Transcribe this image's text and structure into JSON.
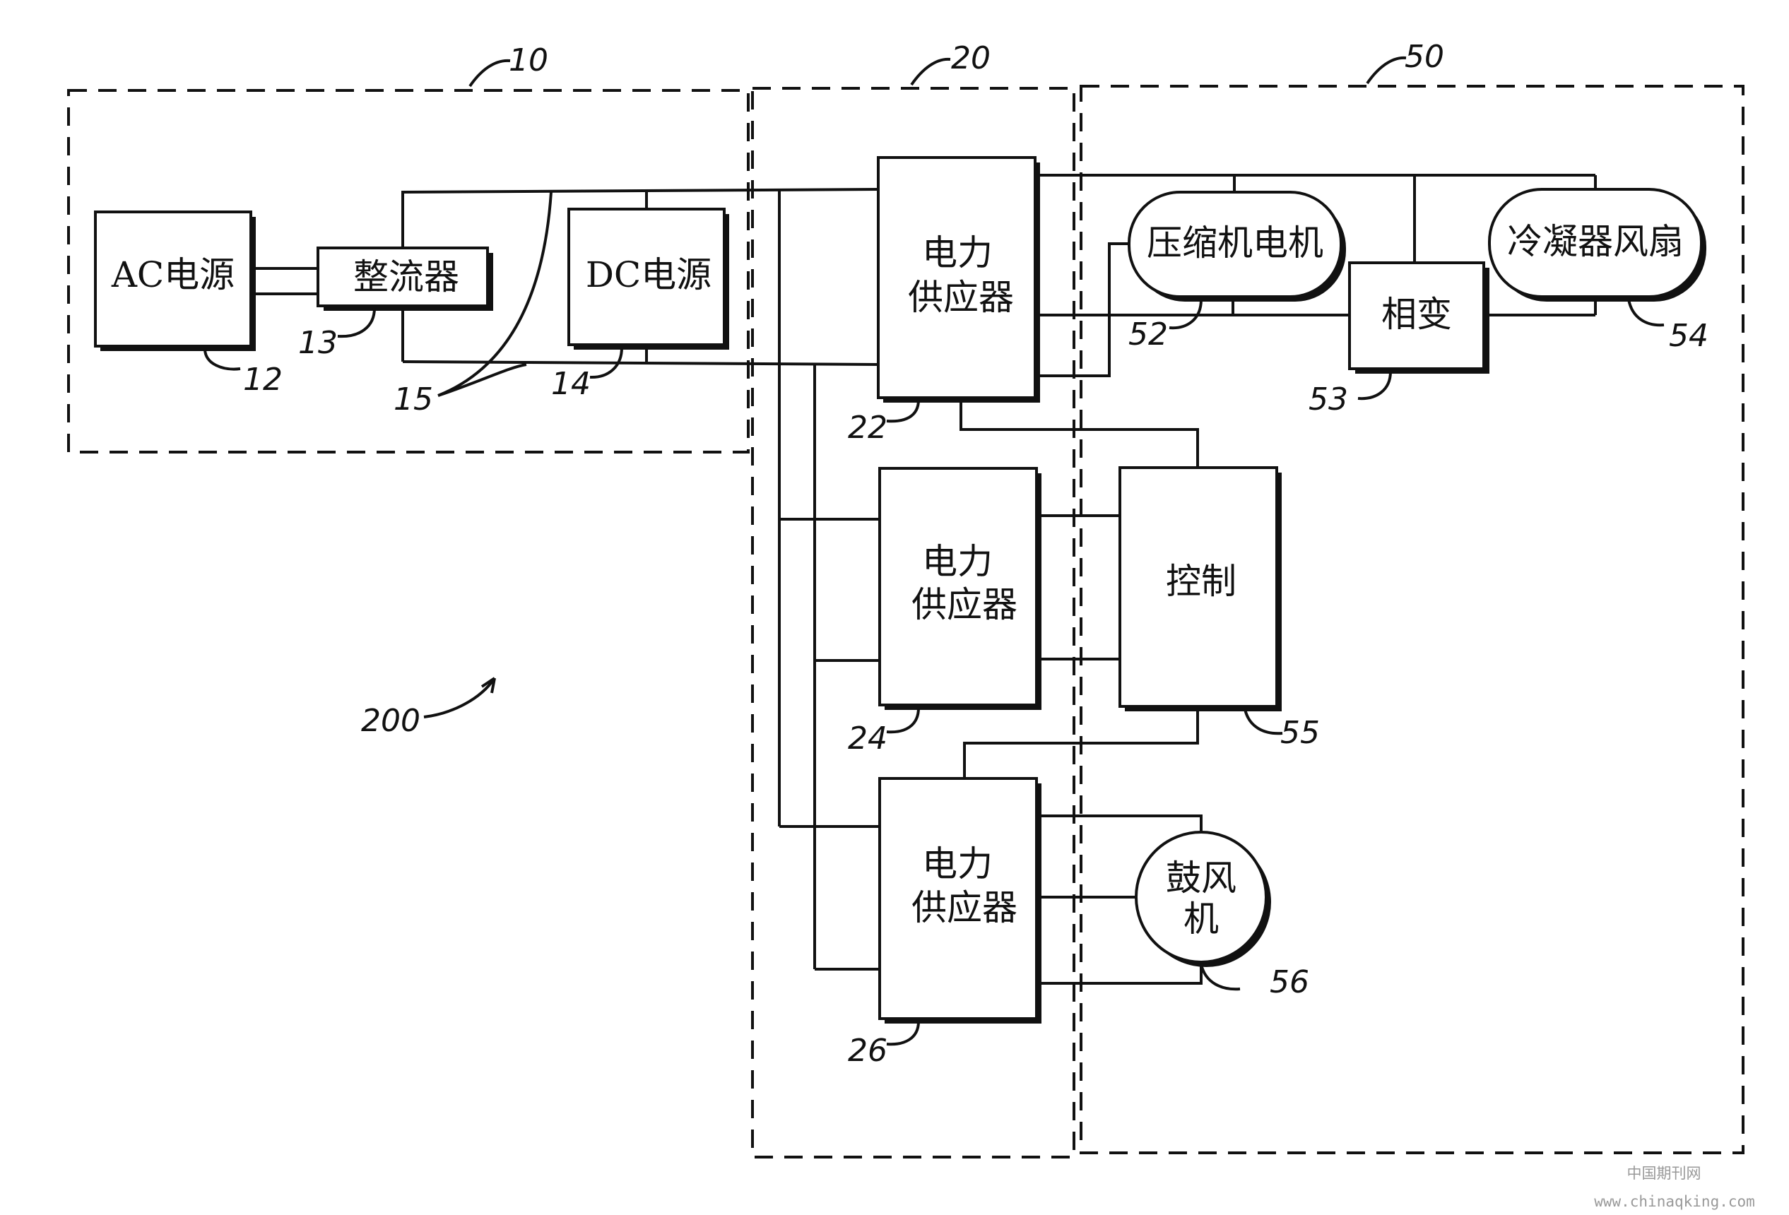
{
  "groups": {
    "source": "10",
    "power": "20",
    "load": "50"
  },
  "blocks": {
    "ac_source": "AC电源",
    "rectifier": "整流器",
    "dc_source": "DC电源",
    "psu1": [
      "电力",
      "供应器"
    ],
    "psu2": [
      "电力",
      "供应器"
    ],
    "psu3": [
      "电力",
      "供应器"
    ],
    "compressor": "压缩机电机",
    "condenser_fan": "冷凝器风扇",
    "phase_change": "相变",
    "control": "控制",
    "blower": [
      "鼓风",
      "机"
    ]
  },
  "refs": {
    "ac_source": "12",
    "rectifier": "13",
    "dc_source": "14",
    "bus": "15",
    "psu1": "22",
    "psu2": "24",
    "psu3": "26",
    "compressor": "52",
    "phase_change": "53",
    "condenser_fan": "54",
    "control": "55",
    "blower": "56",
    "system": "200"
  },
  "watermark": {
    "line1": "中国期刊网",
    "line2": "www.chinaqking.com"
  }
}
